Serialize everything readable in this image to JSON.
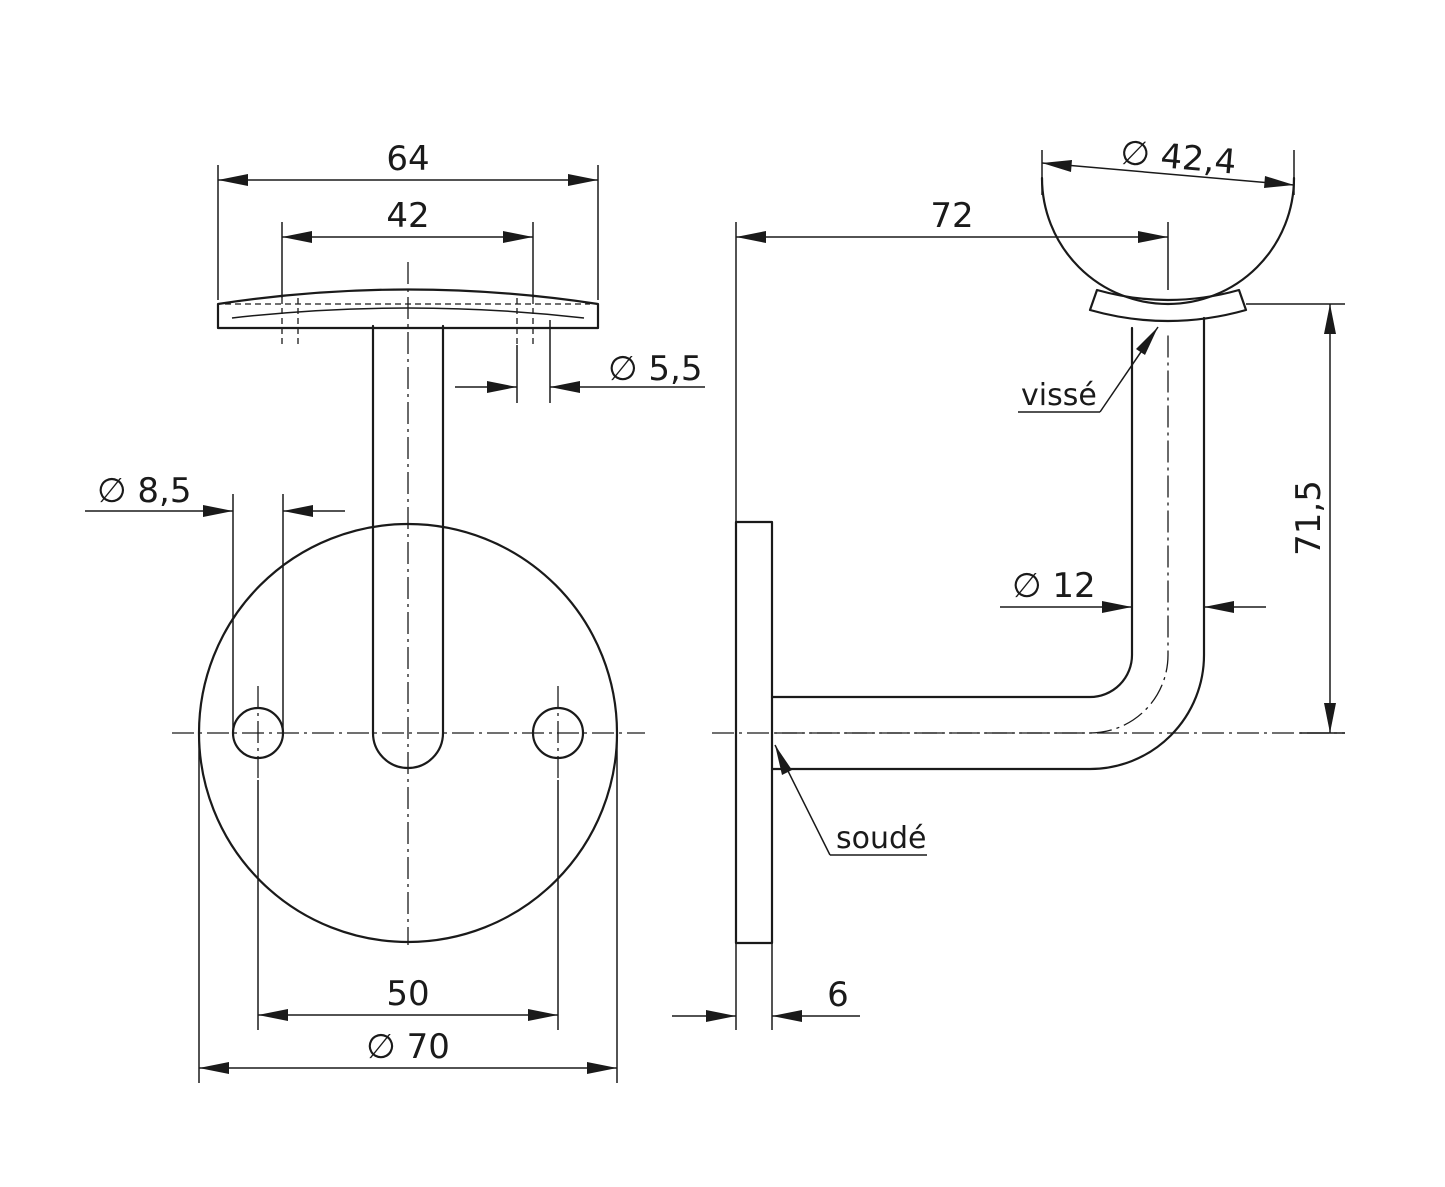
{
  "dimensions": {
    "d64": "64",
    "d42": "42",
    "d5_5": "∅ 5,5",
    "d8_5": "∅ 8,5",
    "d50": "50",
    "d70": "∅ 70",
    "d72": "72",
    "d42_4": "∅ 42,4",
    "d71_5": "71,5",
    "d12": "∅ 12",
    "d6": "6"
  },
  "notes": {
    "visse": "vissé",
    "soude": "soudé"
  },
  "colors": {
    "line": "#1a1a1a",
    "background": "#ffffff"
  }
}
